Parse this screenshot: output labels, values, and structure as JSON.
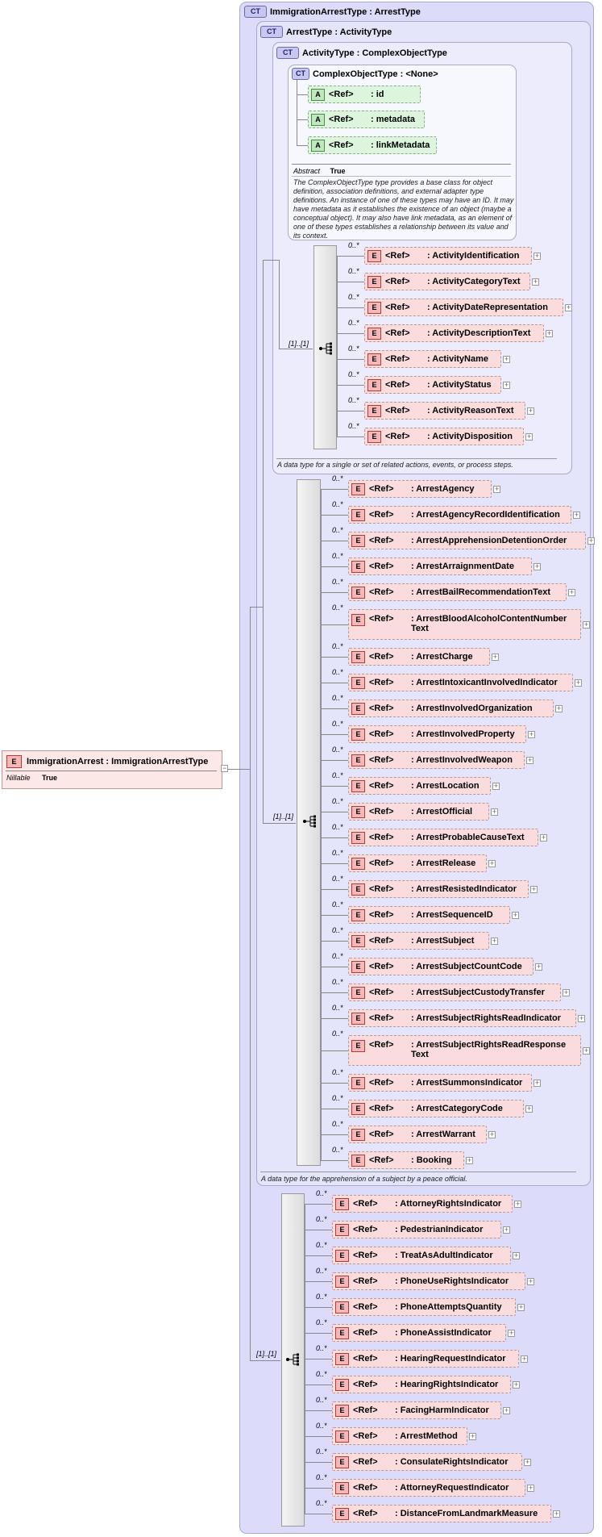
{
  "immigration_arrest_type": {
    "badge": "CT",
    "title": "ImmigrationArrestType : ArrestType"
  },
  "arrest_type": {
    "badge": "CT",
    "title": "ArrestType : ActivityType",
    "doc": "A data type for the apprehension of a subject by a peace official."
  },
  "activity_type": {
    "badge": "CT",
    "title": "ActivityType : ComplexObjectType",
    "doc": "A data type for a single or set of related actions, events, or process steps."
  },
  "complex_object_type": {
    "badge": "CT",
    "title": "ComplexObjectType : <None>",
    "attributes": [
      {
        "badge": "A",
        "ref": "<Ref>",
        "name": ": id"
      },
      {
        "badge": "A",
        "ref": "<Ref>",
        "name": ": metadata"
      },
      {
        "badge": "A",
        "ref": "<Ref>",
        "name": ": linkMetadata"
      }
    ],
    "abstract_label": "Abstract",
    "abstract_value": "True",
    "doc": "The ComplexObjectType type provides a base class for object definition, association definitions, and external adapter type definitions. An instance of one of these types may have an ID. It may have metadata as it establishes the existence of an object (maybe a conceptual object). It may also have link metadata, as an element of one of these types establishes a relationship between its value and its context."
  },
  "root_element": {
    "badge": "E",
    "title": "ImmigrationArrest : ImmigrationArrestType",
    "nillable_label": "Nillable",
    "nillable_value": "True"
  },
  "sequence_multiplicity": "[1]..[1]",
  "occurrence": "0..*",
  "activity_elements": [
    {
      "badge": "E",
      "ref": "<Ref>",
      "name": ": ActivityIdentification"
    },
    {
      "badge": "E",
      "ref": "<Ref>",
      "name": ": ActivityCategoryText"
    },
    {
      "badge": "E",
      "ref": "<Ref>",
      "name": ": ActivityDateRepresentation"
    },
    {
      "badge": "E",
      "ref": "<Ref>",
      "name": ": ActivityDescriptionText"
    },
    {
      "badge": "E",
      "ref": "<Ref>",
      "name": ": ActivityName"
    },
    {
      "badge": "E",
      "ref": "<Ref>",
      "name": ": ActivityStatus"
    },
    {
      "badge": "E",
      "ref": "<Ref>",
      "name": ": ActivityReasonText"
    },
    {
      "badge": "E",
      "ref": "<Ref>",
      "name": ": ActivityDisposition"
    }
  ],
  "arrest_elements": [
    {
      "badge": "E",
      "ref": "<Ref>",
      "name": ": ArrestAgency"
    },
    {
      "badge": "E",
      "ref": "<Ref>",
      "name": ": ArrestAgencyRecordIdentification"
    },
    {
      "badge": "E",
      "ref": "<Ref>",
      "name": ": ArrestApprehensionDetentionOrder"
    },
    {
      "badge": "E",
      "ref": "<Ref>",
      "name": ": ArrestArraignmentDate"
    },
    {
      "badge": "E",
      "ref": "<Ref>",
      "name": ": ArrestBailRecommendationText"
    },
    {
      "badge": "E",
      "ref": "<Ref>",
      "name": ": ArrestBloodAlcoholContentNumber Text"
    },
    {
      "badge": "E",
      "ref": "<Ref>",
      "name": ": ArrestCharge"
    },
    {
      "badge": "E",
      "ref": "<Ref>",
      "name": ": ArrestIntoxicantInvolvedIndicator"
    },
    {
      "badge": "E",
      "ref": "<Ref>",
      "name": ": ArrestInvolvedOrganization"
    },
    {
      "badge": "E",
      "ref": "<Ref>",
      "name": ": ArrestInvolvedProperty"
    },
    {
      "badge": "E",
      "ref": "<Ref>",
      "name": ": ArrestInvolvedWeapon"
    },
    {
      "badge": "E",
      "ref": "<Ref>",
      "name": ": ArrestLocation"
    },
    {
      "badge": "E",
      "ref": "<Ref>",
      "name": ": ArrestOfficial"
    },
    {
      "badge": "E",
      "ref": "<Ref>",
      "name": ": ArrestProbableCauseText"
    },
    {
      "badge": "E",
      "ref": "<Ref>",
      "name": ": ArrestRelease"
    },
    {
      "badge": "E",
      "ref": "<Ref>",
      "name": ": ArrestResistedIndicator"
    },
    {
      "badge": "E",
      "ref": "<Ref>",
      "name": ": ArrestSequenceID"
    },
    {
      "badge": "E",
      "ref": "<Ref>",
      "name": ": ArrestSubject"
    },
    {
      "badge": "E",
      "ref": "<Ref>",
      "name": ": ArrestSubjectCountCode"
    },
    {
      "badge": "E",
      "ref": "<Ref>",
      "name": ": ArrestSubjectCustodyTransfer"
    },
    {
      "badge": "E",
      "ref": "<Ref>",
      "name": ": ArrestSubjectRightsReadIndicator"
    },
    {
      "badge": "E",
      "ref": "<Ref>",
      "name": ": ArrestSubjectRightsReadResponse Text"
    },
    {
      "badge": "E",
      "ref": "<Ref>",
      "name": ": ArrestSummonsIndicator"
    },
    {
      "badge": "E",
      "ref": "<Ref>",
      "name": ": ArrestCategoryCode"
    },
    {
      "badge": "E",
      "ref": "<Ref>",
      "name": ": ArrestWarrant"
    },
    {
      "badge": "E",
      "ref": "<Ref>",
      "name": ": Booking"
    }
  ],
  "immigration_elements": [
    {
      "badge": "E",
      "ref": "<Ref>",
      "name": ": AttorneyRightsIndicator"
    },
    {
      "badge": "E",
      "ref": "<Ref>",
      "name": ": PedestrianIndicator"
    },
    {
      "badge": "E",
      "ref": "<Ref>",
      "name": ": TreatAsAdultIndicator"
    },
    {
      "badge": "E",
      "ref": "<Ref>",
      "name": ": PhoneUseRightsIndicator"
    },
    {
      "badge": "E",
      "ref": "<Ref>",
      "name": ": PhoneAttemptsQuantity"
    },
    {
      "badge": "E",
      "ref": "<Ref>",
      "name": ": PhoneAssistIndicator"
    },
    {
      "badge": "E",
      "ref": "<Ref>",
      "name": ": HearingRequestIndicator"
    },
    {
      "badge": "E",
      "ref": "<Ref>",
      "name": ": HearingRightsIndicator"
    },
    {
      "badge": "E",
      "ref": "<Ref>",
      "name": ": FacingHarmIndicator"
    },
    {
      "badge": "E",
      "ref": "<Ref>",
      "name": ": ArrestMethod"
    },
    {
      "badge": "E",
      "ref": "<Ref>",
      "name": ": ConsulateRightsIndicator"
    },
    {
      "badge": "E",
      "ref": "<Ref>",
      "name": ": AttorneyRequestIndicator"
    },
    {
      "badge": "E",
      "ref": "<Ref>",
      "name": ": DistanceFromLandmarkMeasure"
    }
  ],
  "colors": {
    "ct_outer_fill": "#dcdcfa",
    "ct_inner_fill": "#f6f6fe",
    "element_fill": "#fbdcdc",
    "attribute_fill": "#dcf5dc"
  }
}
